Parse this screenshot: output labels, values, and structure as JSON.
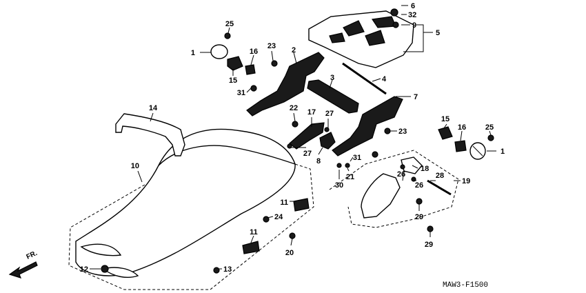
{
  "diagram_code": "MAW3-F1500",
  "direction_label": "FR.",
  "callouts": {
    "c1a": "1",
    "c1b": "1",
    "c2": "2",
    "c3": "3",
    "c4": "4",
    "c5": "5",
    "c6": "6",
    "c7": "7",
    "c8": "8",
    "c9": "9",
    "c10": "10",
    "c11a": "11",
    "c11b": "11",
    "c12": "12",
    "c13": "13",
    "c14": "14",
    "c15a": "15",
    "c15b": "15",
    "c16a": "16",
    "c16b": "16",
    "c17": "17",
    "c18": "18",
    "c19": "19",
    "c20": "20",
    "c21": "21",
    "c22": "22",
    "c23a": "23",
    "c23b": "23",
    "c24": "24",
    "c25a": "25",
    "c25b": "25",
    "c26a": "26",
    "c26b": "26",
    "c27a": "27",
    "c27b": "27",
    "c28": "28",
    "c29a": "29",
    "c29b": "29",
    "c30": "30",
    "c31a": "31",
    "c31b": "31",
    "c32": "32"
  }
}
